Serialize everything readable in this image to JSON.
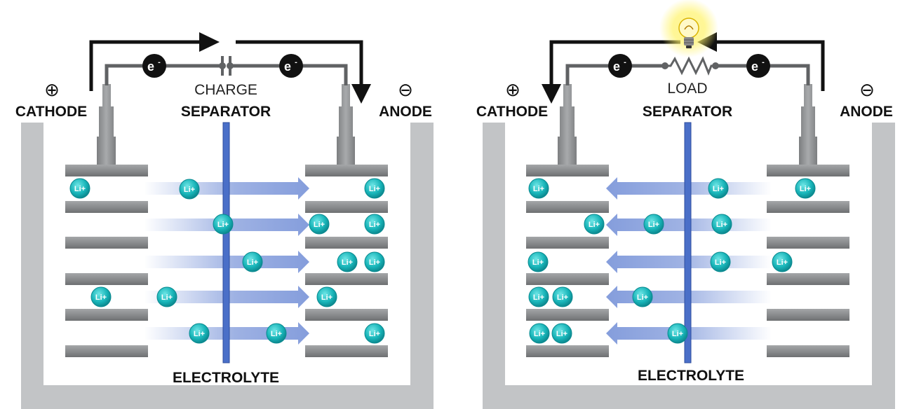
{
  "colors": {
    "container": "#c2c4c6",
    "plate": "#8e9092",
    "wire": "#606264",
    "separator": "#4a6fc8",
    "ion": "#14b8bc",
    "arrow": "#7e98da",
    "electron": "#111111"
  },
  "icons": [
    "plus-icon",
    "minus-icon",
    "electron-icon",
    "capacitor-icon",
    "resistor-icon",
    "light-bulb-icon",
    "lithium-ion-icon",
    "ion-flow-arrow"
  ],
  "charge": {
    "cathode_symbol": "⊕",
    "cathode_label": "CATHODE",
    "anode_symbol": "⊖",
    "anode_label": "ANODE",
    "source_label": "CHARGE",
    "separator_label": "SEPARATOR",
    "electrolyte_label": "ELECTROLYTE",
    "electron_label": "e",
    "electron_superscript": "-",
    "ion_label": "Li+"
  },
  "discharge": {
    "cathode_symbol": "⊕",
    "cathode_label": "CATHODE",
    "anode_symbol": "⊖",
    "anode_label": "ANODE",
    "load_label": "LOAD",
    "separator_label": "SEPARATOR",
    "electrolyte_label": "ELECTROLYTE",
    "electron_label": "e",
    "electron_superscript": "-",
    "ion_label": "Li+"
  }
}
